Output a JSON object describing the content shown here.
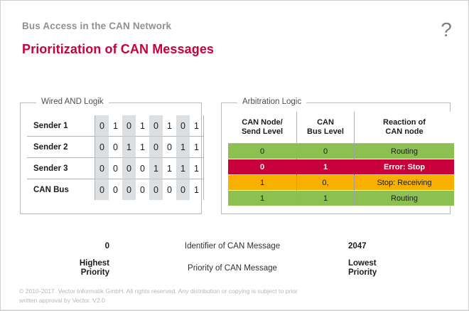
{
  "header": {
    "eyebrow": "Bus Access in the CAN Network",
    "title": "Prioritization of CAN Messages",
    "help_glyph": "?"
  },
  "wired_and": {
    "legend": "Wired AND Logik",
    "rows": [
      {
        "label": "Sender 1",
        "bits": [
          "0",
          "1",
          "0",
          "1",
          "0",
          "1",
          "0",
          "1"
        ]
      },
      {
        "label": "Sender 2",
        "bits": [
          "0",
          "0",
          "1",
          "1",
          "0",
          "0",
          "1",
          "1"
        ]
      },
      {
        "label": "Sender 3",
        "bits": [
          "0",
          "0",
          "0",
          "0",
          "1",
          "1",
          "1",
          "1"
        ]
      },
      {
        "label": "CAN Bus",
        "bits": [
          "0",
          "0",
          "0",
          "0",
          "0",
          "0",
          "0",
          "1"
        ]
      }
    ]
  },
  "arbitration": {
    "legend": "Arbitration Logic",
    "headers": [
      "CAN Node/\nSend Level",
      "CAN\nBus Level",
      "Reaction of\nCAN node"
    ],
    "header_lines": [
      [
        "CAN Node/",
        "Send Level"
      ],
      [
        "CAN",
        "Bus Level"
      ],
      [
        "Reaction of",
        "CAN node"
      ]
    ],
    "rows": [
      {
        "send_level": "0",
        "bus_level": "0",
        "reaction": "Routing",
        "color": "#8cc152",
        "style": "r-green"
      },
      {
        "send_level": "0",
        "bus_level": "1",
        "reaction": "Error: Stop",
        "color": "#c8003c",
        "style": "r-red"
      },
      {
        "send_level": "1",
        "bus_level": "0,",
        "reaction": "Stop: Receiving",
        "color": "#f9b000",
        "style": "r-amber"
      },
      {
        "send_level": "1",
        "bus_level": "1",
        "reaction": "Routing",
        "color": "#8cc152",
        "style": "r-green"
      }
    ]
  },
  "axes": {
    "identifier": {
      "left_label": "0",
      "right_label": "2047",
      "middle_label": "Identifier of CAN Message",
      "direction": "right"
    },
    "priority": {
      "left_label": "Highest\nPriority",
      "left_label_lines": [
        "Highest",
        "Priority"
      ],
      "right_label": "Lowest\nPriority",
      "right_label_lines": [
        "Lowest",
        "Priority"
      ],
      "middle_label": "Priority of CAN Message",
      "direction": "left"
    }
  },
  "footer": {
    "line1": "© 2010-2017. Vector Informatik GmbH. All rights reserved. Any distribution or copying is subject to prior",
    "line2": "written approval by Vector. V2.0"
  },
  "colors": {
    "brand_red": "#c8003c",
    "green": "#8cc152",
    "amber": "#f9b000",
    "eyebrow_gray": "#8e9092",
    "shade_gray": "#dcdfe1"
  }
}
